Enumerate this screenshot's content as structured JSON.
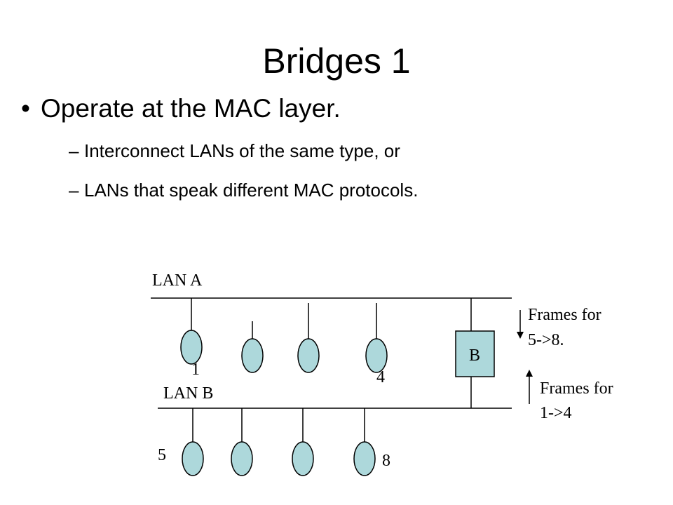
{
  "slide": {
    "title": "Bridges 1",
    "bullet_symbol": "•",
    "bullet": "Operate at the MAC layer.",
    "sub_symbol": "–",
    "sub_items": [
      "Interconnect LANs of the same type, or",
      "LANs that speak different MAC protocols."
    ]
  },
  "diagram": {
    "lan_a_label": "LAN A",
    "lan_b_label": "LAN B",
    "bridge_label": "B",
    "node_labels": [
      "1",
      "4",
      "5",
      "8"
    ],
    "frames_down": [
      "Frames for",
      "5->8."
    ],
    "frames_up": [
      "Frames for",
      "1->4"
    ],
    "colors": {
      "node_fill": "#add8db",
      "line": "#000000"
    }
  }
}
